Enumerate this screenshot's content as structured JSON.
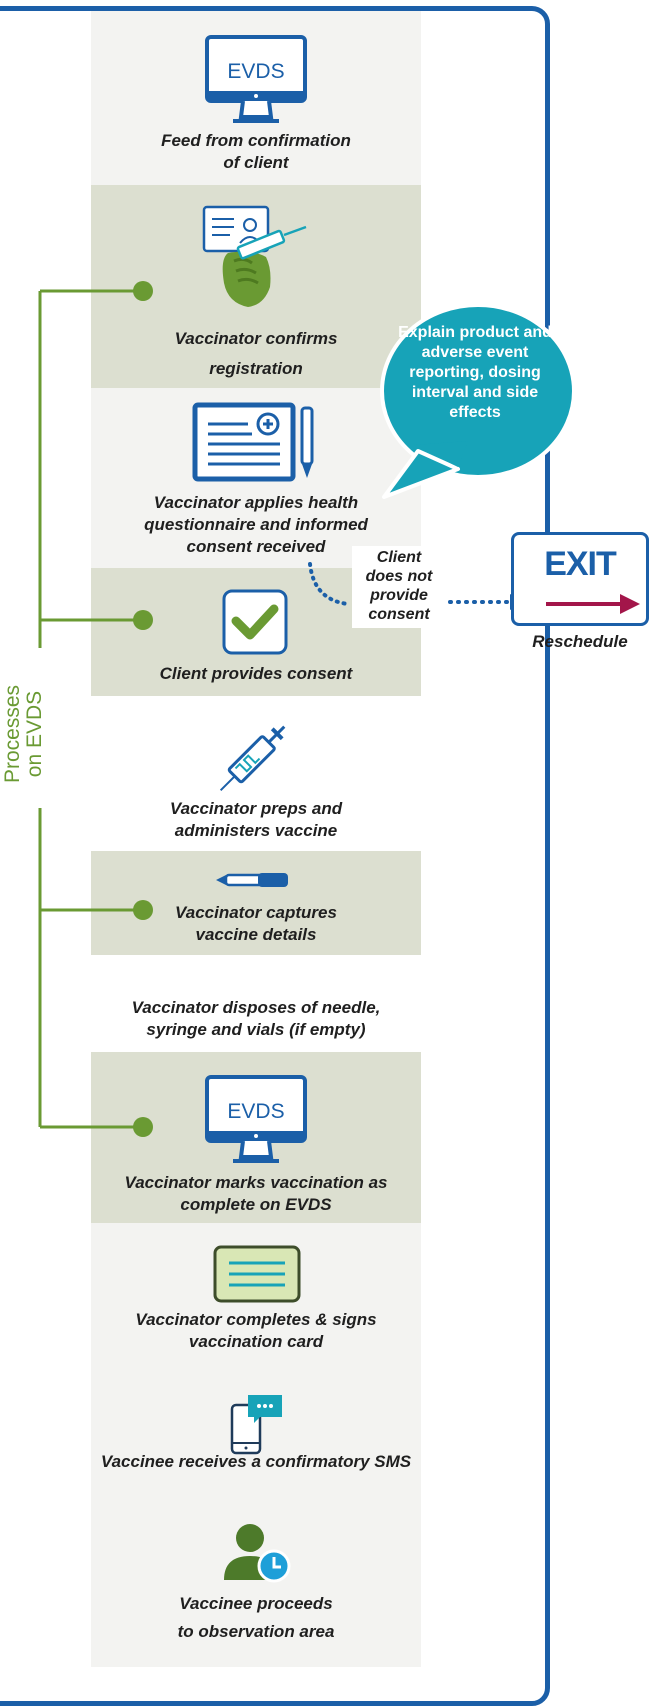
{
  "colors": {
    "frame_blue": "#1b5fa8",
    "process_green": "#6a9a33",
    "band_light": "#f3f3f1",
    "band_green": "#dcdfd0",
    "bubble_teal": "#17a3b8",
    "exit_red": "#a3164a"
  },
  "side_label": {
    "line1": "Processes",
    "line2": "on EVDS"
  },
  "bubble": {
    "text": "Explain product and adverse event reporting, dosing interval and side effects"
  },
  "no_consent": {
    "line1": "Client",
    "line2": "does not",
    "line3": "provide",
    "line4": "consent"
  },
  "exit": {
    "label": "EXIT",
    "caption": "Reschedule"
  },
  "monitor_label": "EVDS",
  "steps": [
    {
      "label": "Feed from confirmation of client",
      "icon": "monitor-icon"
    },
    {
      "label": "Vaccinator confirms registration",
      "icon": "hand-syringe-id-icon"
    },
    {
      "label": "Vaccinator applies health questionnaire and informed consent  received",
      "icon": "questionnaire-pen-icon"
    },
    {
      "label": "Client provides consent",
      "icon": "checkmark-icon"
    },
    {
      "label": "Vaccinator preps and administers vaccine",
      "icon": "syringe-icon"
    },
    {
      "label": "Vaccinator captures vaccine details",
      "icon": "pen-icon"
    },
    {
      "label": "Vaccinator disposes of needle, syringe and vials (if empty)",
      "icon": ""
    },
    {
      "label": "Vaccinator marks vaccination as complete on EVDS",
      "icon": "monitor-icon"
    },
    {
      "label": "Vaccinator completes & signs vaccination card",
      "icon": "card-icon"
    },
    {
      "label": "Vaccinee receives a confirmatory SMS",
      "icon": "phone-sms-icon"
    },
    {
      "label": "Vaccinee proceeds to observation area",
      "icon": "person-clock-icon"
    }
  ]
}
